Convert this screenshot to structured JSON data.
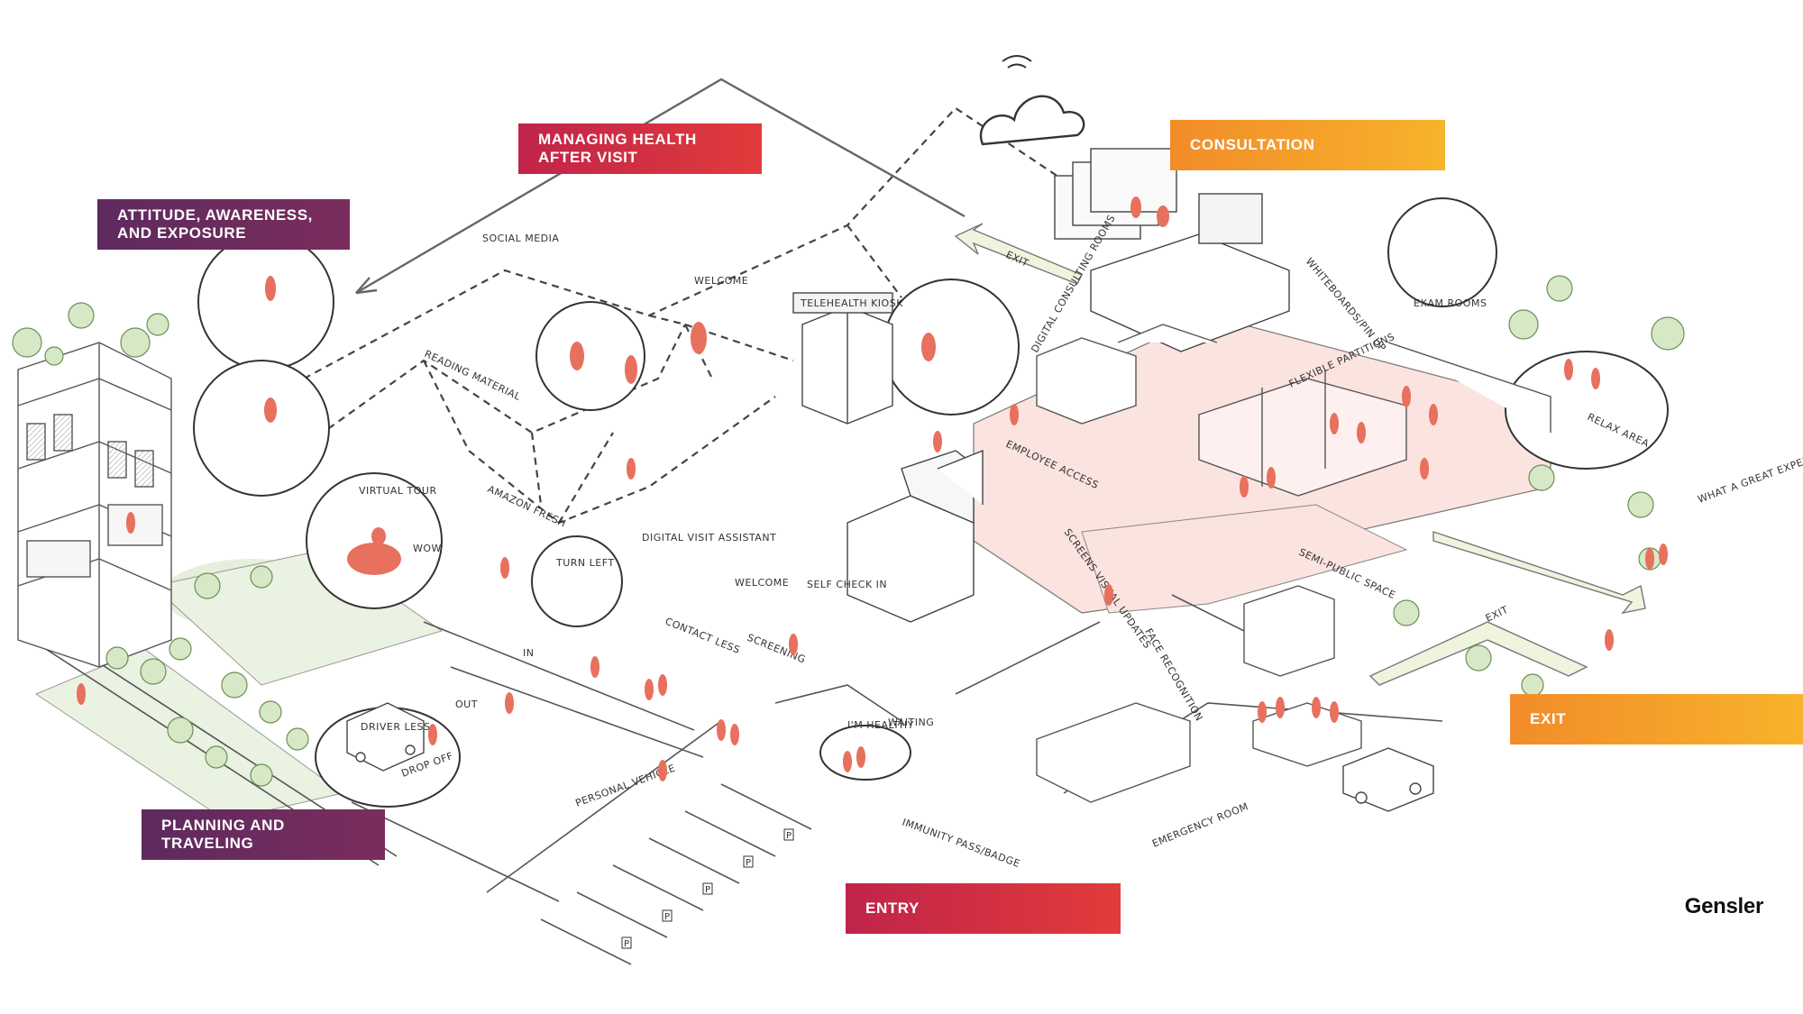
{
  "stages": {
    "attitude": "ATTITUDE, AWARENESS, AND EXPOSURE",
    "managing": "MANAGING HEALTH AFTER VISIT",
    "consultation": "CONSULTATION",
    "planning": "PLANNING AND TRAVELING",
    "entry": "ENTRY",
    "exit": "EXIT"
  },
  "brand": "Gensler",
  "annotations": {
    "social_media": "SOCIAL MEDIA",
    "reading_material": "READING MATERIAL",
    "amazon_fresh": "AMAZON FRESH",
    "welcome_bubble": "WELCOME",
    "telehealth_kiosk": "TELEHEALTH KIOSK",
    "virtual_tour": "VIRTUAL TOUR",
    "wow": "WOW",
    "digital_visit_assistant": "DIGITAL VISIT ASSISTANT",
    "turn_left": "TURN LEFT",
    "contact_less": "CONTACT LESS",
    "screening": "SCREENING",
    "self_check_in": "SELF CHECK IN",
    "welcome_sign": "WELCOME",
    "in": "IN",
    "out": "OUT",
    "driver_less": "DRIVER LESS",
    "drop_off": "DROP OFF",
    "personal_vehicle": "PERSONAL VEHICLE",
    "waiting": "WAITING",
    "im_healthy": "I'M HEALTHY",
    "immunity_pass": "IMMUNITY PASS/BADGE",
    "digital_consulting_rooms": "DIGITAL CONSULTING ROOMS",
    "whiteboards": "WHITEBOARDS/PIN UP",
    "exam_rooms": "EXAM ROOMS",
    "flexible_partitions": "FLEXIBLE PARTITIONS",
    "employee_access": "EMPLOYEE ACCESS",
    "screens": "SCREENS VISUAL UPDATES",
    "semi_public_space": "SEMI-PUBLIC SPACE",
    "relax_area": "RELAX AREA",
    "great_experience": "WHAT A GREAT EXPERIENCE!",
    "exit_arrow_upper": "EXIT",
    "exit_arrow_lower": "EXIT",
    "face_recognition": "FACE RECOGNITION",
    "emergency_room": "EMERGENCY ROOM",
    "parking_p": "P"
  },
  "colors": {
    "purple": "#6a2b5e",
    "red": "#d42f45",
    "orange": "#f5a52a",
    "figure": "#e8705f",
    "floor_pink": "#fbe3df",
    "tree_green": "#d7e8c6"
  }
}
